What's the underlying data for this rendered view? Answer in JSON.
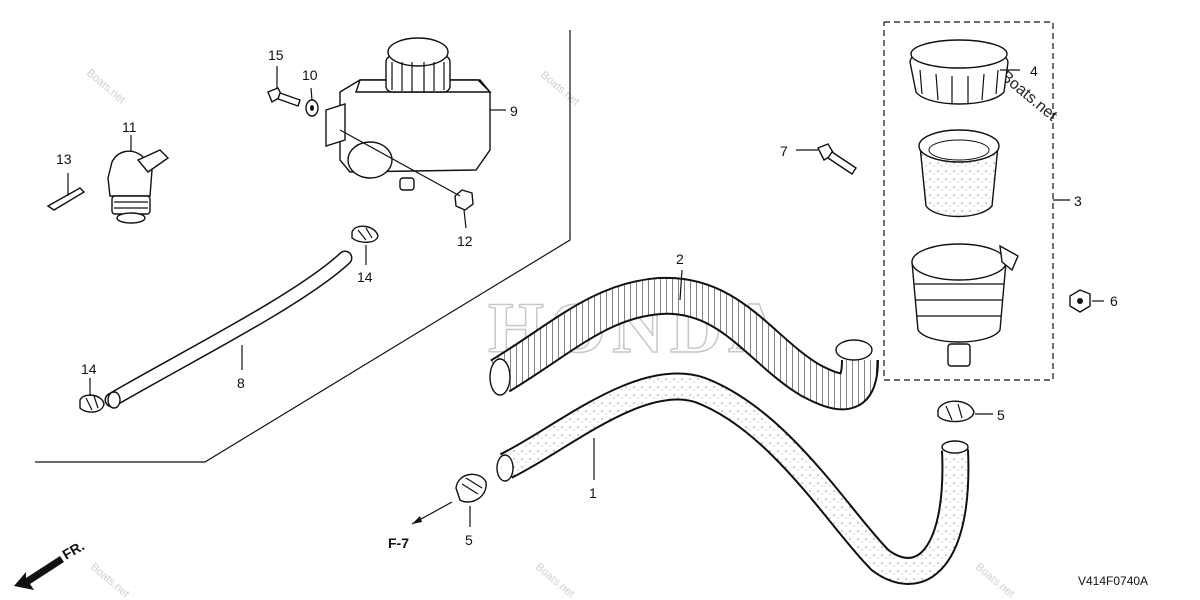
{
  "diagram": {
    "code": "V414F0740A",
    "ref_page": "F-7",
    "front_indicator": "FR.",
    "watermark_text": "Boats.net",
    "watermark_big": "HONDA",
    "part_numbers": {
      "p1": "1",
      "p2": "2",
      "p3": "3",
      "p4": "4",
      "p5a": "5",
      "p5b": "5",
      "p6": "6",
      "p7": "7",
      "p8": "8",
      "p9": "9",
      "p10": "10",
      "p11": "11",
      "p12": "12",
      "p13": "13",
      "p14a": "14",
      "p14b": "14",
      "p15": "15"
    }
  }
}
